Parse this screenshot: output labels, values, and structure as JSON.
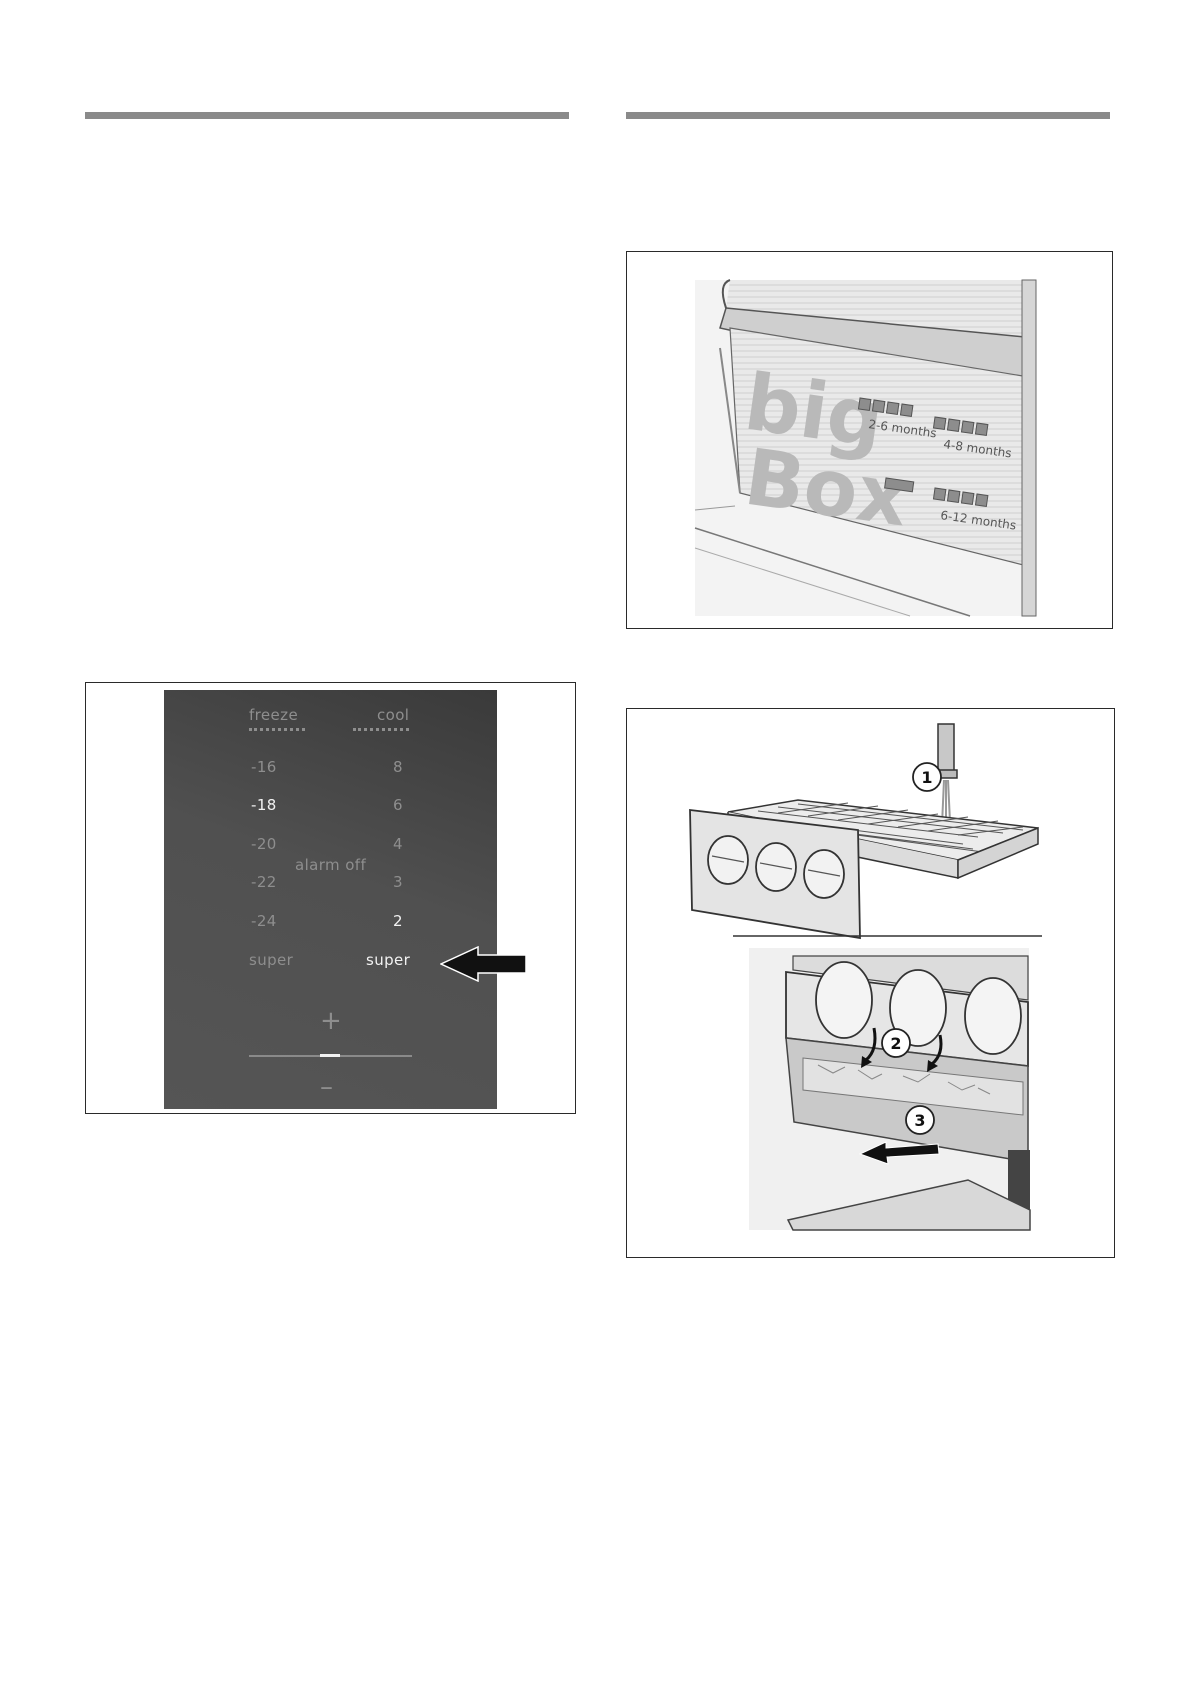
{
  "control_panel": {
    "freeze_label": "freeze",
    "cool_label": "cool",
    "freeze_values": [
      "-16",
      "-18",
      "-20",
      "-22",
      "-24"
    ],
    "cool_values": [
      "8",
      "6",
      "4",
      "3",
      "2"
    ],
    "freeze_selected": "-18",
    "cool_selected": "2",
    "alarm_label": "alarm off",
    "freeze_super": "super",
    "cool_super": "super",
    "plus_symbol": "+",
    "minus_symbol": "–"
  },
  "bigbox_illustration": {
    "brand_text": "big Box",
    "months_1": "2-6 months",
    "months_2": "4-8 months",
    "months_3": "6-12 months"
  },
  "icemaker_illustration": {
    "step_1": "1",
    "step_2": "2",
    "step_3": "3"
  },
  "colors": {
    "rule": "#8a8a8a",
    "panel_bg": "#4e4e4e",
    "lit_text": "#f2f2f2",
    "dim_text": "#8e8e8e"
  }
}
